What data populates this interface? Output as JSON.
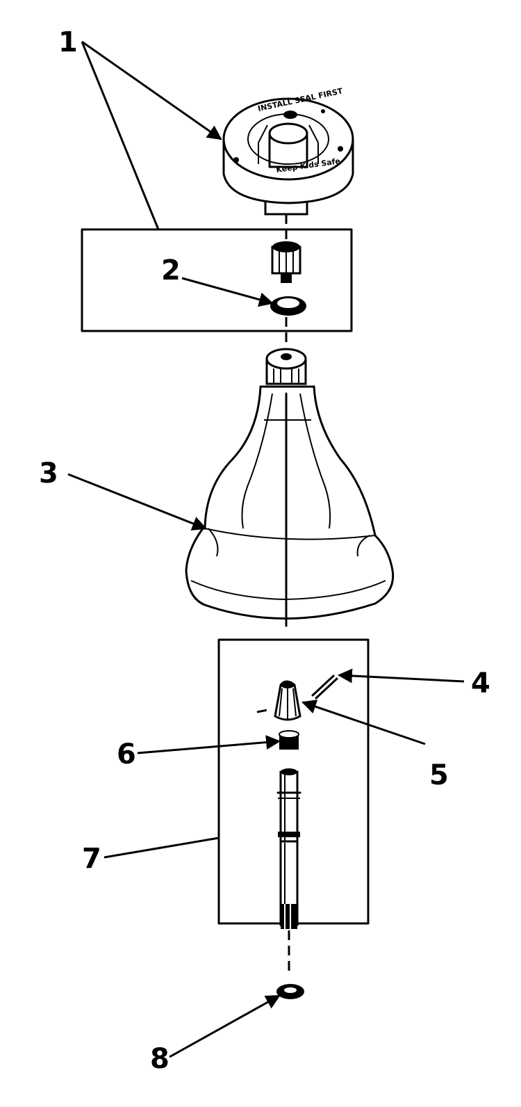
{
  "diagram": {
    "callouts": [
      "1",
      "2",
      "3",
      "4",
      "5",
      "6",
      "7",
      "8"
    ],
    "cap_text": {
      "top": "INSTALL SEAL FIRST",
      "bottom": "Keep Kids Safe"
    }
  }
}
